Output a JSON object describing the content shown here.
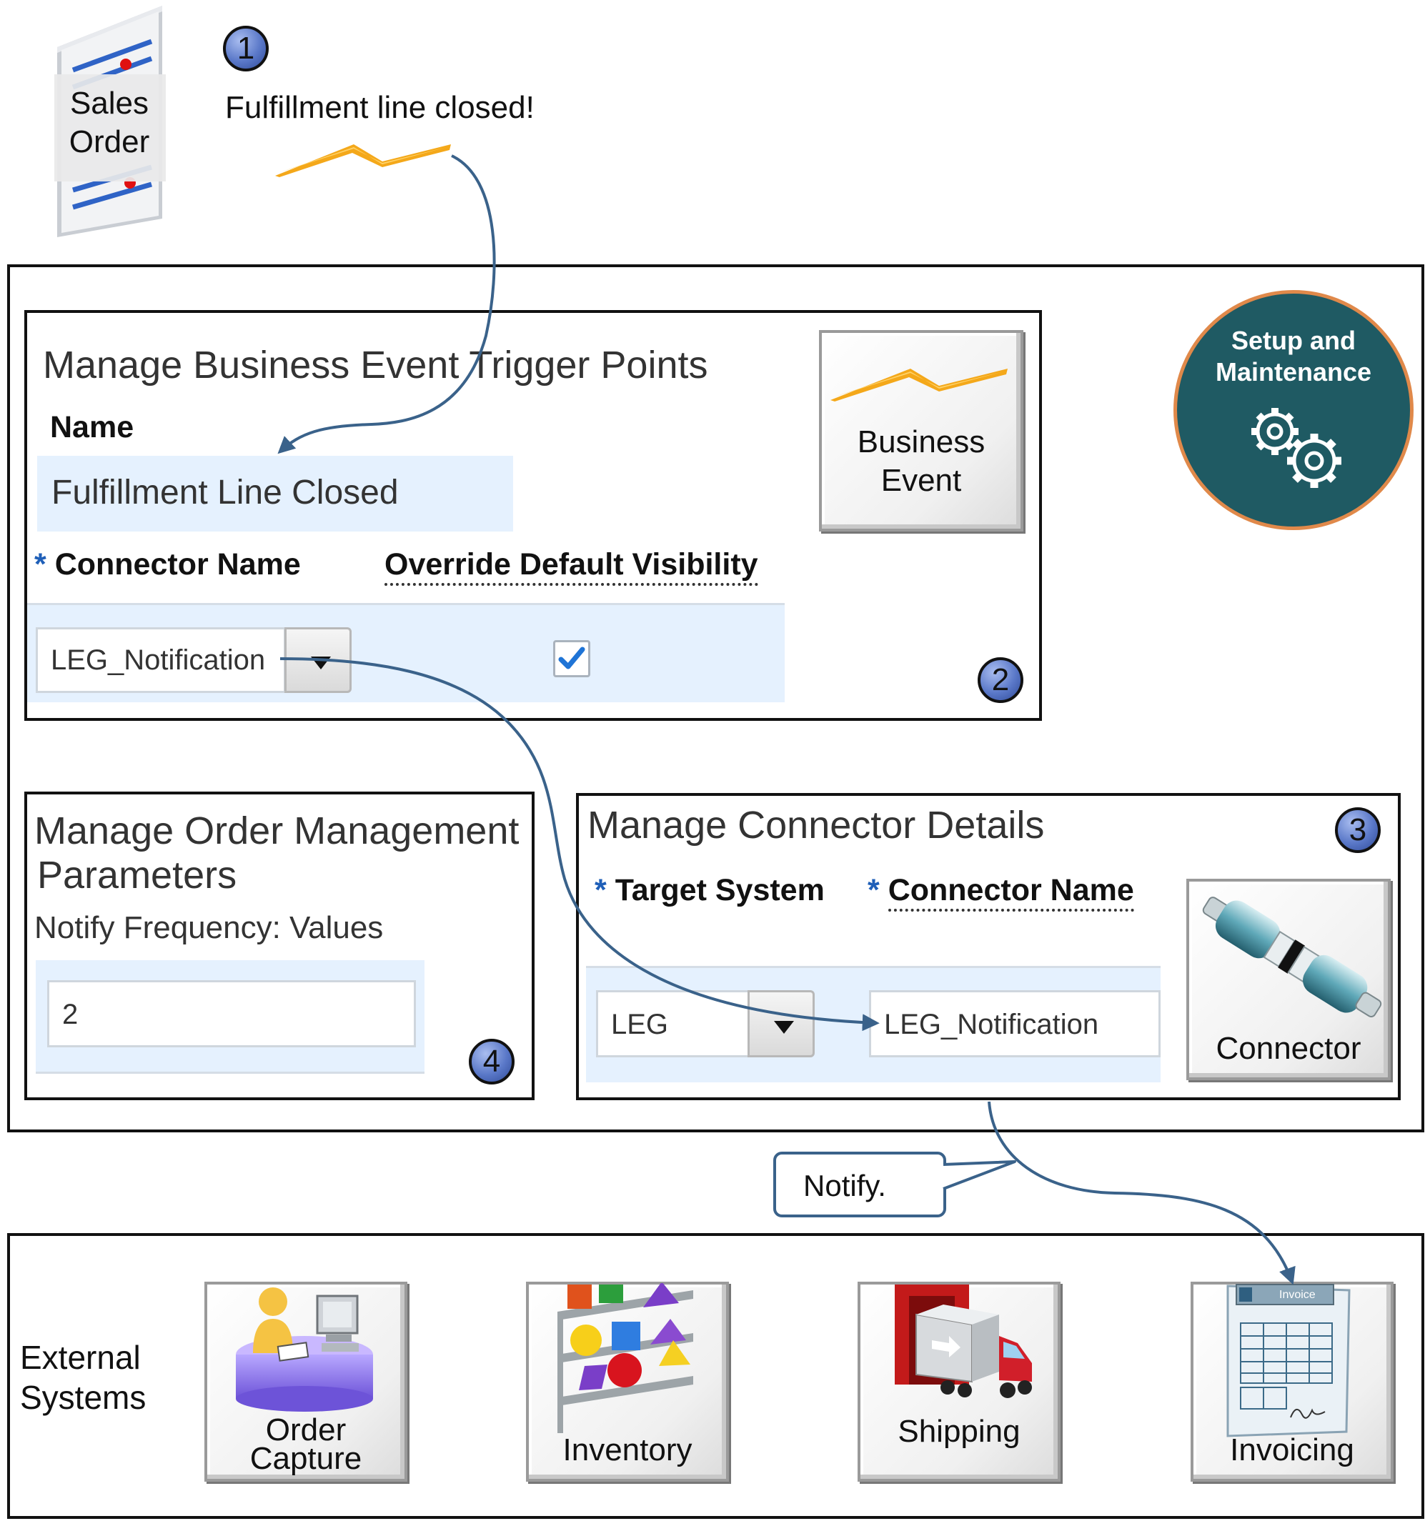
{
  "sales_order": {
    "label_line1": "Sales",
    "label_line2": "Order"
  },
  "step1": {
    "number": "1",
    "caption": "Fulfillment line closed!"
  },
  "setup": {
    "line1": "Setup and",
    "line2": "Maintenance",
    "icon": "gears-icon"
  },
  "trigger_panel": {
    "title": "Manage Business Event Trigger Points",
    "name_label": "Name",
    "name_value": "Fulfillment Line Closed",
    "required_marker": "*",
    "connector_label": "Connector Name",
    "override_label": "Override Default Visibility",
    "connector_value": "LEG_Notification",
    "override_checked": true,
    "badge": "2",
    "tile_line1": "Business",
    "tile_line2": "Event"
  },
  "om_panel": {
    "title_line1": "Manage Order Management",
    "title_line2": "Parameters",
    "subtitle": "Notify Frequency: Values",
    "value": "2",
    "badge": "4"
  },
  "connector_panel": {
    "title": "Manage Connector Details",
    "badge": "3",
    "required_marker": "*",
    "target_label": "Target System",
    "connector_label": "Connector Name",
    "target_value": "LEG",
    "connector_value": "LEG_Notification",
    "tile_label": "Connector"
  },
  "notify": {
    "text": "Notify."
  },
  "external": {
    "label_line1": "External",
    "label_line2": "Systems",
    "systems": [
      {
        "line1": "Order",
        "line2": "Capture",
        "icon": "order-capture-icon"
      },
      {
        "line1": "Inventory",
        "icon": "inventory-icon"
      },
      {
        "line1": "Shipping",
        "icon": "shipping-truck-icon"
      },
      {
        "line1": "Invoicing",
        "icon": "invoice-icon",
        "doc_text": "Invoice"
      }
    ]
  },
  "colors": {
    "arrow": "#3a628a",
    "badge": "#5a78c8",
    "band": "#e5f1fe",
    "setup_circle": "#1f5a63",
    "setup_ring": "#e0894a"
  }
}
